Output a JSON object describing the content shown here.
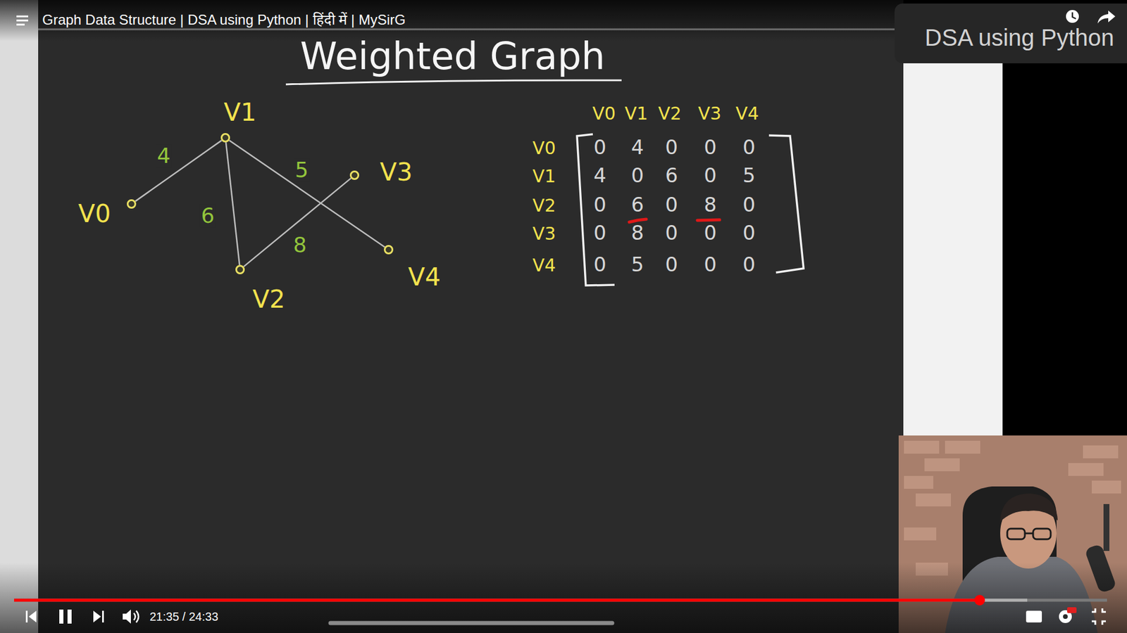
{
  "diagram": {
    "title": "Weighted Graph",
    "nodes": [
      {
        "text": [
          "V0"
        ]
      },
      {
        "text": [
          "V1"
        ]
      },
      {
        "text": [
          "V2"
        ]
      },
      {
        "text": [
          "V3"
        ]
      },
      {
        "text": [
          "V4"
        ]
      }
    ],
    "edges": [
      {
        "from": 0,
        "to": 1,
        "arrow": "none",
        "label": "4"
      },
      {
        "from": 1,
        "to": 2,
        "arrow": "none",
        "label": "6"
      },
      {
        "from": 1,
        "to": 4,
        "arrow": "none",
        "label": "5"
      },
      {
        "from": 2,
        "to": 3,
        "arrow": "none",
        "label": "8"
      }
    ],
    "labels": [
      "Graph Data Structure | DSA using Python | हिंदी में | MySirG",
      "DSA using Python",
      "V0",
      "V1",
      "V2",
      "V3",
      "V4",
      "V0",
      "0",
      "4",
      "0",
      "0",
      "0",
      "V1",
      "4",
      "0",
      "6",
      "0",
      "5",
      "V2",
      "0",
      "6",
      "0",
      "8",
      "0",
      "V3",
      "0",
      "8",
      "0",
      "0",
      "0",
      "V4",
      "0",
      "5",
      "0",
      "0",
      "0",
      "21:35 / 24:33"
    ]
  }
}
